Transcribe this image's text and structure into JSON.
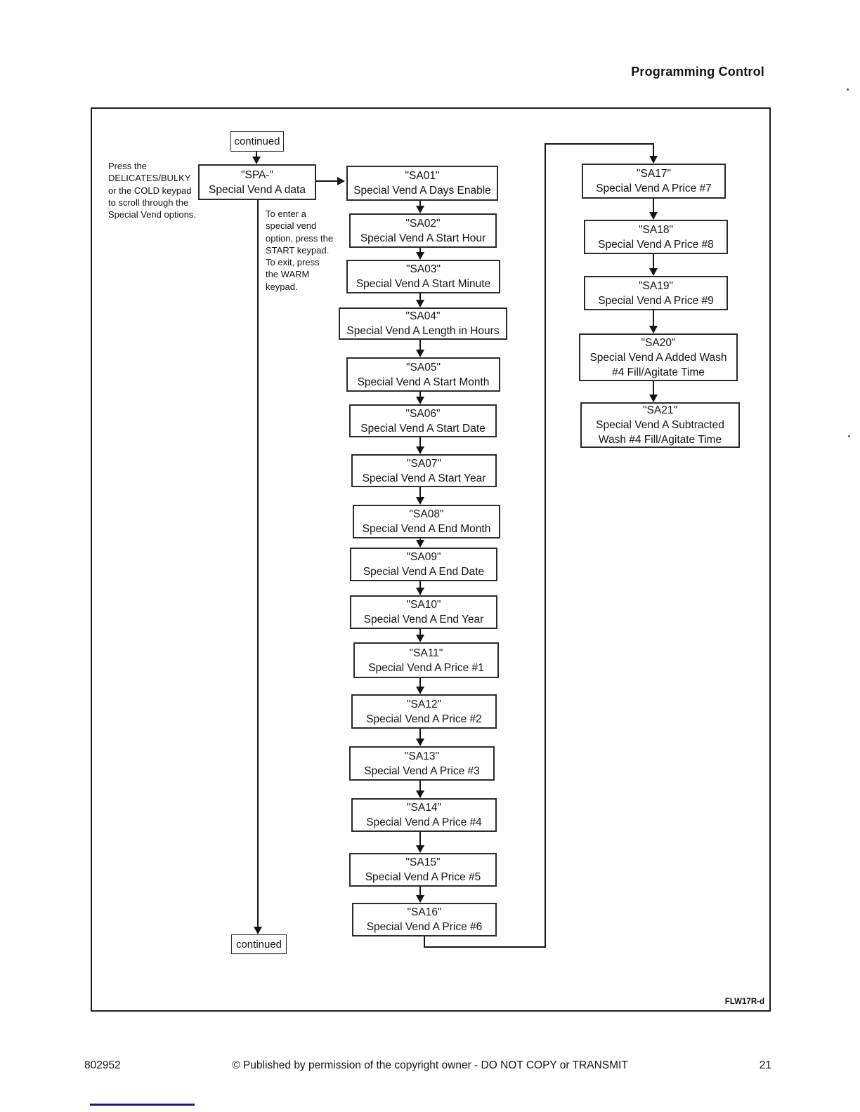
{
  "header": {
    "title": "Programming Control"
  },
  "notes": {
    "scroll_hint": "Press the\nDELICATES/BULKY\nor the COLD keypad\nto scroll through the\nSpecial Vend options.",
    "enter_exit_hint": "To enter a\nspecial vend\noption, press the\nSTART keypad.\nTo exit, press\nthe WARM\nkeypad."
  },
  "flowchart": {
    "continued_top": "continued",
    "continued_bottom": "continued",
    "start_box": {
      "code": "\"SPA-\"",
      "label": "Special Vend A data"
    },
    "steps": [
      {
        "code": "\"SA01\"",
        "label": "Special Vend A Days Enable"
      },
      {
        "code": "\"SA02\"",
        "label": "Special Vend A Start Hour"
      },
      {
        "code": "\"SA03\"",
        "label": "Special Vend A Start Minute"
      },
      {
        "code": "\"SA04\"",
        "label": "Special Vend A Length in Hours"
      },
      {
        "code": "\"SA05\"",
        "label": "Special Vend A Start Month"
      },
      {
        "code": "\"SA06\"",
        "label": "Special Vend A Start Date"
      },
      {
        "code": "\"SA07\"",
        "label": "Special Vend A Start Year"
      },
      {
        "code": "\"SA08\"",
        "label": "Special Vend A End Month"
      },
      {
        "code": "\"SA09\"",
        "label": "Special Vend A End Date"
      },
      {
        "code": "\"SA10\"",
        "label": "Special Vend A End Year"
      },
      {
        "code": "\"SA11\"",
        "label": "Special Vend A Price #1"
      },
      {
        "code": "\"SA12\"",
        "label": "Special Vend A Price #2"
      },
      {
        "code": "\"SA13\"",
        "label": "Special Vend A Price #3"
      },
      {
        "code": "\"SA14\"",
        "label": "Special Vend A Price #4"
      },
      {
        "code": "\"SA15\"",
        "label": "Special Vend A Price #5"
      },
      {
        "code": "\"SA16\"",
        "label": "Special Vend A Price #6"
      }
    ],
    "right_steps": [
      {
        "code": "\"SA17\"",
        "label": "Special Vend A Price #7"
      },
      {
        "code": "\"SA18\"",
        "label": "Special Vend A Price #8"
      },
      {
        "code": "\"SA19\"",
        "label": "Special Vend A Price #9"
      },
      {
        "code": "\"SA20\"",
        "label": "Special Vend A Added Wash\n#4 Fill/Agitate Time"
      },
      {
        "code": "\"SA21\"",
        "label": "Special Vend A Subtracted\nWash #4 Fill/Agitate Time"
      }
    ]
  },
  "figure": {
    "code_label": "FLW17R-d"
  },
  "footer": {
    "doc_number": "802952",
    "copyright": "© Published by permission of the copyright owner - DO NOT COPY or TRANSMIT",
    "page_number": "21"
  }
}
